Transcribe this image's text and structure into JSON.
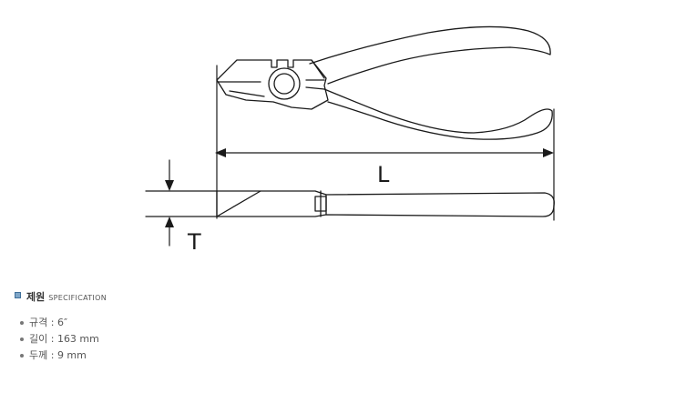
{
  "drawing": {
    "length_label": "L",
    "thickness_label": "T"
  },
  "spec": {
    "title_ko": "제원",
    "title_en": "SPECIFICATION",
    "items": [
      {
        "text": "규격 : 6″"
      },
      {
        "text": "길이 : 163 mm"
      },
      {
        "text": "두께 : 9 mm"
      }
    ]
  }
}
